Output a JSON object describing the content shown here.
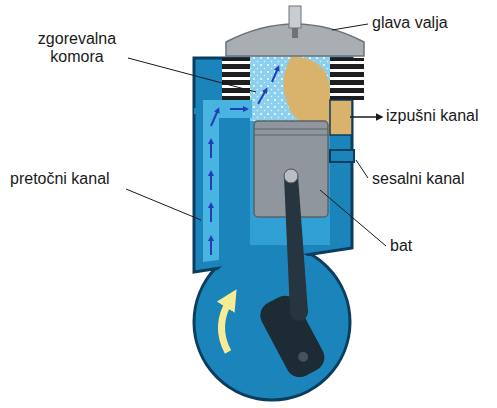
{
  "diagram": {
    "labels": [
      "glava valja",
      "zgorevalna komora",
      "izpušni kanal",
      "pretočni kanal",
      "sesalni kanal",
      "bat"
    ]
  }
}
